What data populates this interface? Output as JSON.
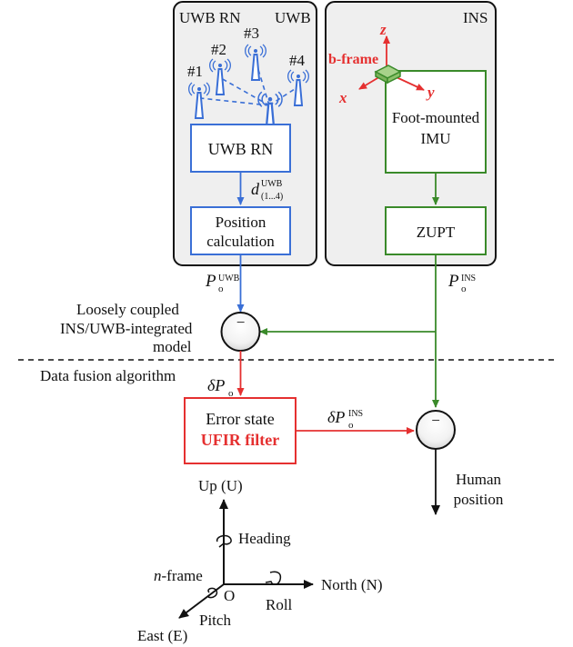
{
  "colors": {
    "uwb": "#3a6fd6",
    "ins": "#3a8a2a",
    "fusion": "#e53030",
    "black": "#111111",
    "panel_fill": "#efefef"
  },
  "uwb_panel": {
    "left_title": "UWB RN",
    "right_title": "UWB",
    "anchors": [
      "#1",
      "#2",
      "#3",
      "#4"
    ],
    "rn_box": "UWB RN",
    "distance_label": {
      "base": "d",
      "sup": "UWB",
      "sub": "(1...4)"
    },
    "position_box": [
      "Position",
      "calculation"
    ]
  },
  "ins_panel": {
    "title": "INS",
    "frame_label": "b-frame",
    "axis_x": "x",
    "axis_y": "y",
    "axis_z": "z",
    "imu_box": [
      "Foot-mounted",
      "IMU"
    ],
    "zupt_box": "ZUPT"
  },
  "signals": {
    "p_uwb": {
      "base": "P",
      "sub": "o",
      "sup": "UWB"
    },
    "p_ins": {
      "base": "P",
      "sub": "o",
      "sup": "INS"
    },
    "delta_p": {
      "base": "δP",
      "sub": "o"
    },
    "delta_p_ins": {
      "base": "δP",
      "sub": "o",
      "sup": "INS"
    }
  },
  "loosely_coupled_label": [
    "Loosely coupled",
    "INS/UWB-integrated",
    "model"
  ],
  "fusion_label": "Data fusion algorithm",
  "filter_box": {
    "line1": "Error state",
    "line2": "UFIR filter"
  },
  "sum_sign": "−",
  "output_label": [
    "Human",
    "position"
  ],
  "nav_frame": {
    "up": "Up (U)",
    "heading": "Heading",
    "frame_label_italic": "n",
    "frame_label_rest": "-frame",
    "origin": "O",
    "north": "North (N)",
    "roll": "Roll",
    "east": "East (E)",
    "pitch": "Pitch"
  }
}
